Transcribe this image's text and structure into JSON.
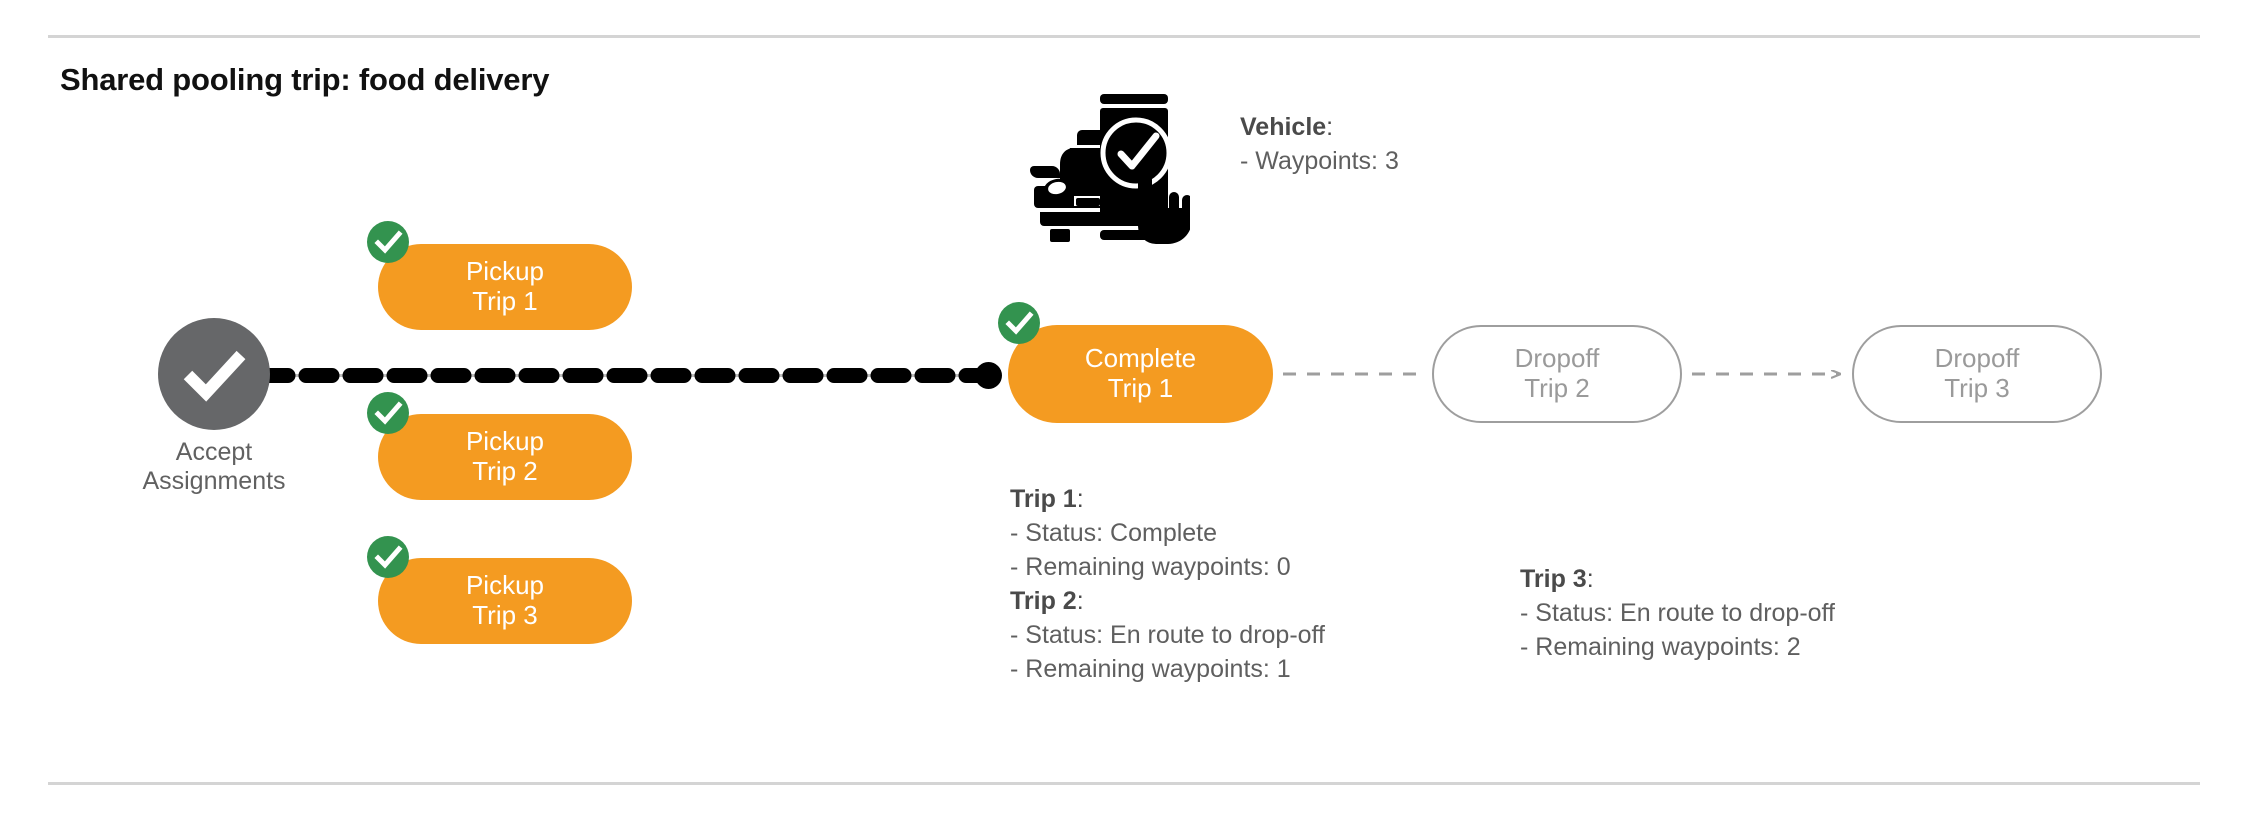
{
  "page": {
    "title": "Shared pooling trip: food delivery"
  },
  "flow": {
    "accept_node": {
      "label_line1": "Accept",
      "label_line2": "Assignments",
      "icon": "check-circle-icon",
      "color": "#666769"
    },
    "pickups": [
      {
        "line1": "Pickup",
        "line2": "Trip 1",
        "completed": true
      },
      {
        "line1": "Pickup",
        "line2": "Trip 2",
        "completed": true
      },
      {
        "line1": "Pickup",
        "line2": "Trip 3",
        "completed": true
      }
    ],
    "complete_node": {
      "line1": "Complete",
      "line2": "Trip 1",
      "completed": true
    },
    "dropoffs": [
      {
        "line1": "Dropoff",
        "line2": "Trip 2",
        "completed": false
      },
      {
        "line1": "Dropoff",
        "line2": "Trip 3",
        "completed": false
      }
    ],
    "colors": {
      "active_pill": "#F49B21",
      "pending_pill_border": "#9e9e9e",
      "check_badge": "#33934F",
      "accept_circle": "#666769",
      "route_solid": "#000000",
      "route_pending": "#9e9e9e"
    }
  },
  "vehicle_panel": {
    "icon": "car-phone-check-icon",
    "heading": "Vehicle",
    "heading_colon": ":",
    "lines": [
      "- Waypoints: 3"
    ]
  },
  "trip_details": {
    "group_left": [
      {
        "heading": "Trip 1",
        "heading_colon": ":",
        "lines": [
          "- Status:  Complete",
          "- Remaining waypoints: 0"
        ]
      },
      {
        "heading": "Trip 2",
        "heading_colon": ":",
        "lines": [
          "- Status:  En route to drop-off",
          "- Remaining waypoints: 1"
        ]
      }
    ],
    "group_right": [
      {
        "heading": "Trip 3",
        "heading_colon": ":",
        "lines": [
          "- Status:  En route to drop-off",
          "- Remaining waypoints: 2"
        ]
      }
    ]
  }
}
